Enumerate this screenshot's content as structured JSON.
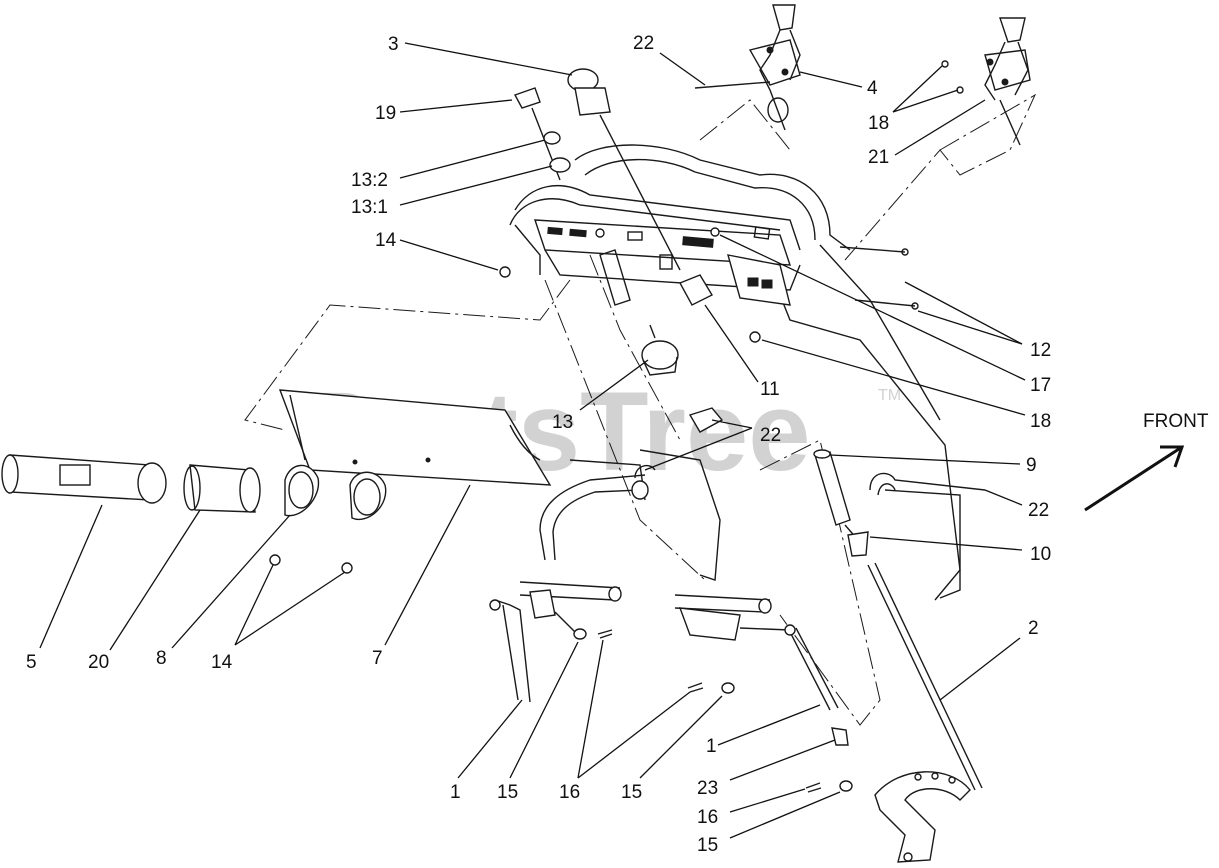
{
  "watermark": {
    "text": "PartsTree",
    "tm": "TM"
  },
  "front_label": "FRONT",
  "callouts": [
    {
      "id": "c3",
      "text": "3"
    },
    {
      "id": "c22a",
      "text": "22"
    },
    {
      "id": "c4",
      "text": "4"
    },
    {
      "id": "c19",
      "text": "19"
    },
    {
      "id": "c18a",
      "text": "18"
    },
    {
      "id": "c21",
      "text": "21"
    },
    {
      "id": "c13_2",
      "text": "13:2"
    },
    {
      "id": "c13_1",
      "text": "13:1"
    },
    {
      "id": "c14a",
      "text": "14"
    },
    {
      "id": "c12",
      "text": "12"
    },
    {
      "id": "c17",
      "text": "17"
    },
    {
      "id": "c11",
      "text": "11"
    },
    {
      "id": "c18b",
      "text": "18"
    },
    {
      "id": "c13",
      "text": "13"
    },
    {
      "id": "c22b",
      "text": "22"
    },
    {
      "id": "c9",
      "text": "9"
    },
    {
      "id": "c22c",
      "text": "22"
    },
    {
      "id": "c10",
      "text": "10"
    },
    {
      "id": "c2",
      "text": "2"
    },
    {
      "id": "c5",
      "text": "5"
    },
    {
      "id": "c20",
      "text": "20"
    },
    {
      "id": "c8",
      "text": "8"
    },
    {
      "id": "c14b",
      "text": "14"
    },
    {
      "id": "c7",
      "text": "7"
    },
    {
      "id": "c1a",
      "text": "1"
    },
    {
      "id": "c15a",
      "text": "15"
    },
    {
      "id": "c16a",
      "text": "16"
    },
    {
      "id": "c15b",
      "text": "15"
    },
    {
      "id": "c1b",
      "text": "1"
    },
    {
      "id": "c23",
      "text": "23"
    },
    {
      "id": "c16b",
      "text": "16"
    },
    {
      "id": "c15c",
      "text": "15"
    }
  ]
}
